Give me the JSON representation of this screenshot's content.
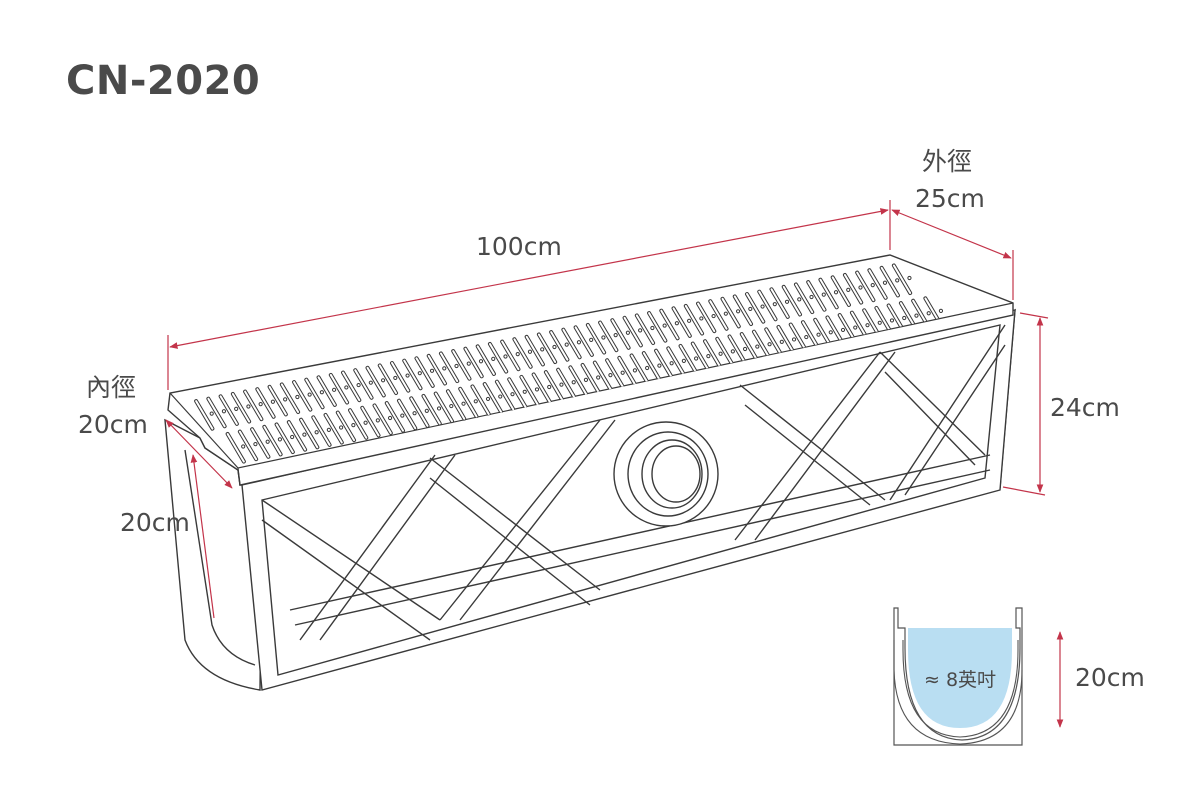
{
  "title": "CN-2020",
  "dimensions": {
    "length": "100cm",
    "outer_label": "外徑",
    "outer_width": "25cm",
    "inner_label": "內徑",
    "inner_width": "20cm",
    "depth": "20cm",
    "height": "24cm"
  },
  "cross_section": {
    "capacity_label": "≈ 8英吋",
    "depth": "20cm",
    "water_color": "#b9def2"
  },
  "colors": {
    "dimension_line": "#c3344a",
    "outline": "#3a3a3a"
  }
}
